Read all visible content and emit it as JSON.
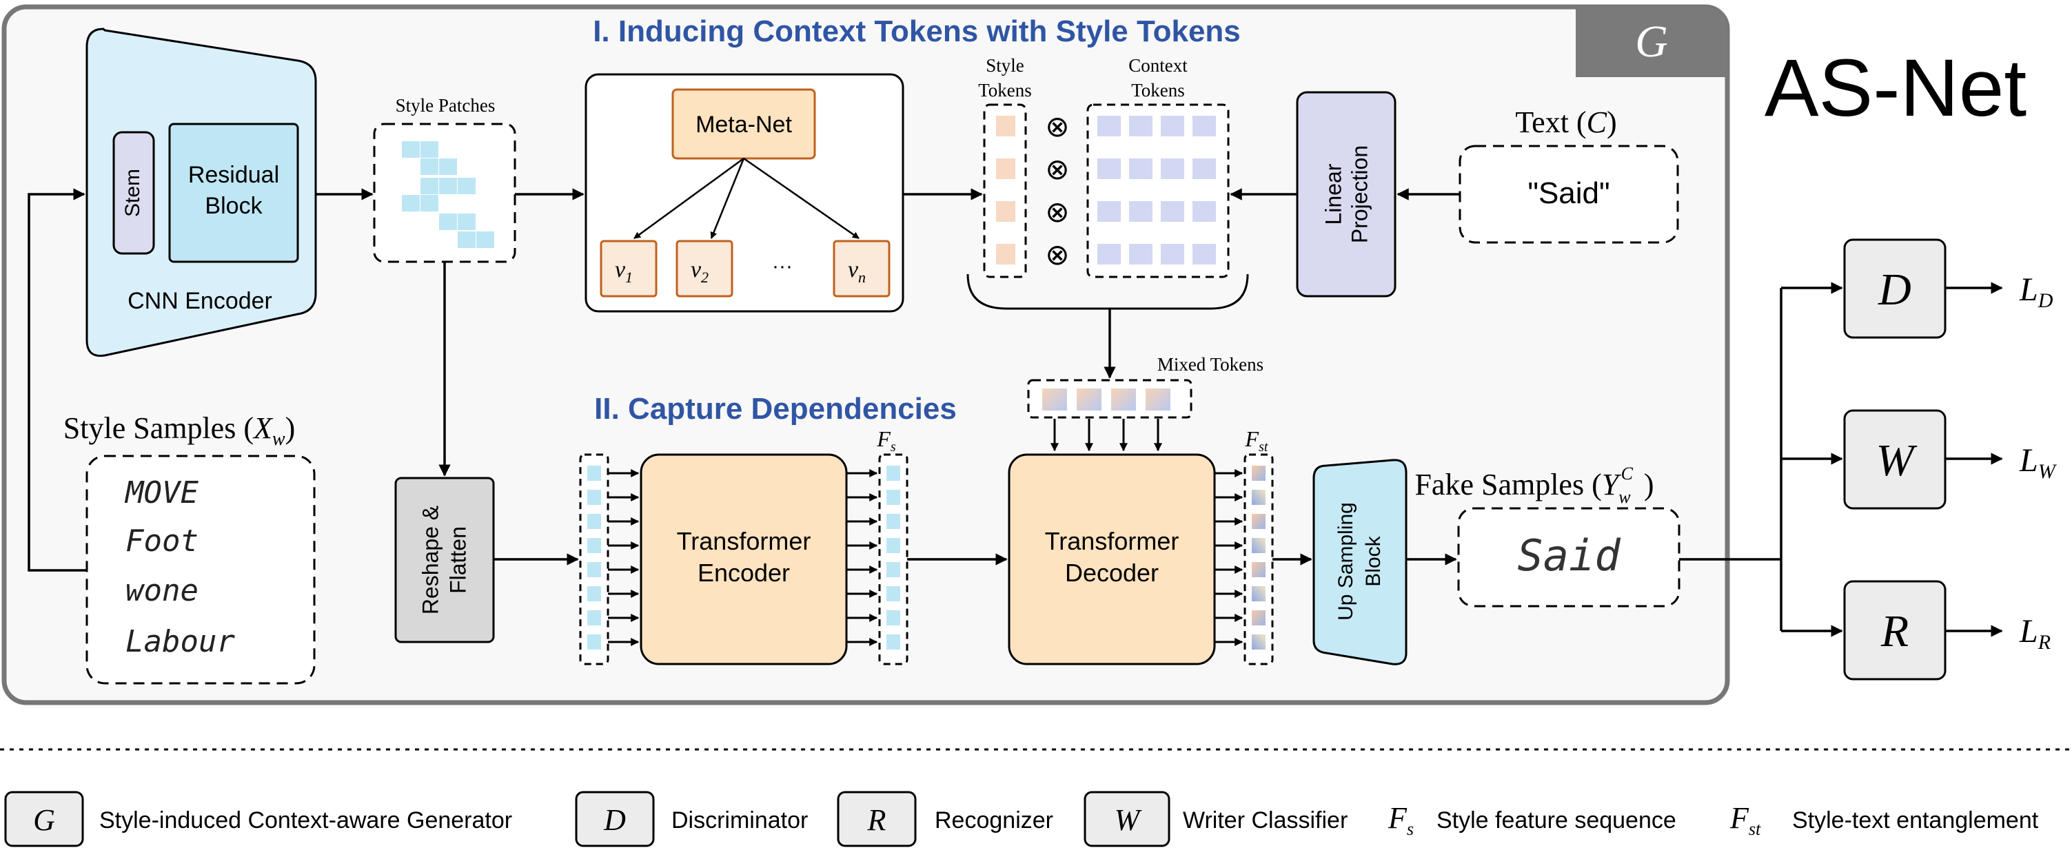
{
  "title": "AS-Net",
  "generator_badge": "G",
  "sections": {
    "inducing": "I. Inducing Context Tokens with Style Tokens",
    "capture": "II. Capture Dependencies"
  },
  "cnn_encoder": {
    "label": "CNN Encoder",
    "stem": "Stem",
    "residual_line1": "Residual",
    "residual_line2": "Block"
  },
  "style_patches": "Style Patches",
  "meta_net": {
    "label": "Meta-Net",
    "v1": "v",
    "v1_sub": "1",
    "v2": "v",
    "v2_sub": "2",
    "vn": "v",
    "vn_sub": "n",
    "ellipsis": "···"
  },
  "style_tokens": {
    "line1": "Style",
    "line2": "Tokens"
  },
  "context_tokens": {
    "line1": "Context",
    "line2": "Tokens"
  },
  "otimes": "⊗",
  "linear_projection": {
    "line1": "Linear",
    "line2": "Projection"
  },
  "text_input": {
    "label_prefix": "Text (",
    "label_var": "C",
    "label_suffix": ")",
    "value": "\"Said\""
  },
  "mixed_tokens": "Mixed Tokens",
  "style_samples": {
    "label_prefix": "Style Samples (",
    "label_var": "X",
    "label_sub": "w",
    "label_suffix": ")",
    "words": [
      "MOVE",
      "Foot",
      "wone",
      "Labour"
    ]
  },
  "reshape": {
    "line1": "Reshape &",
    "line2": "Flatten"
  },
  "transformer_encoder": {
    "line1": "Transformer",
    "line2": "Encoder"
  },
  "transformer_decoder": {
    "line1": "Transformer",
    "line2": "Decoder"
  },
  "fs_label": {
    "main": "F",
    "sub": "s"
  },
  "fst_label": {
    "main": "F",
    "sub": "st"
  },
  "upsampling": {
    "line1": "Up Sampling",
    "line2": "Block"
  },
  "fake_samples": {
    "label_prefix": "Fake Samples (",
    "label_var": "Y",
    "label_sub": "w",
    "label_sup": "C",
    "label_suffix": ")",
    "word": "Said"
  },
  "heads": {
    "d": {
      "label": "D",
      "loss": "L",
      "loss_sub": "D"
    },
    "w": {
      "label": "W",
      "loss": "L",
      "loss_sub": "W"
    },
    "r": {
      "label": "R",
      "loss": "L",
      "loss_sub": "R"
    }
  },
  "legend": {
    "g_sym": "G",
    "g_text": "Style-induced Context-aware Generator",
    "d_sym": "D",
    "d_text": "Discriminator",
    "r_sym": "R",
    "r_text": "Recognizer",
    "w_sym": "W",
    "w_text": "Writer Classifier",
    "fs_sym": "F",
    "fs_sub": "s",
    "fs_text": "Style feature sequence",
    "fst_sym": "F",
    "fst_sub": "st",
    "fst_text": "Style-text entanglement"
  },
  "colors": {
    "section_title": "#2f55a4",
    "cnn_fill": "#d9f0fa",
    "residual_fill": "#bfe6f5",
    "stem_fill": "#dcdcf0",
    "orange_fill": "#fde3bf",
    "orange_stroke": "#c0611e",
    "v_fill": "#fbe9d9",
    "linear_fill": "#d9d9f0",
    "reshape_fill": "#d8d8d8",
    "upsample_fill": "#c5e9f5",
    "head_fill": "#ececec",
    "patch_blue": "#bde6f5",
    "style_token": "#f8d9c4",
    "context_token": "#d2d8f2",
    "generator_bg": "#f8f8f8",
    "generator_stroke": "#777777"
  }
}
